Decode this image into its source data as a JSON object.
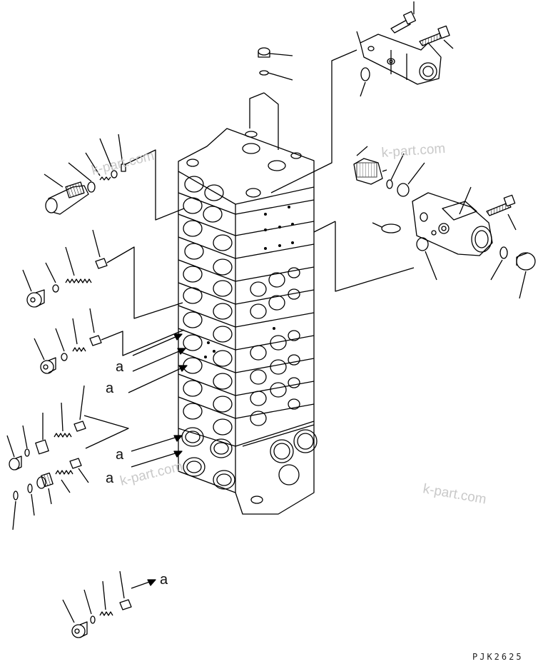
{
  "callout_letter": "a",
  "watermarks": [
    "k-part.com",
    "k-part.com",
    "k-part.com",
    "k-part.com"
  ],
  "drawing_code": "PJK2625"
}
